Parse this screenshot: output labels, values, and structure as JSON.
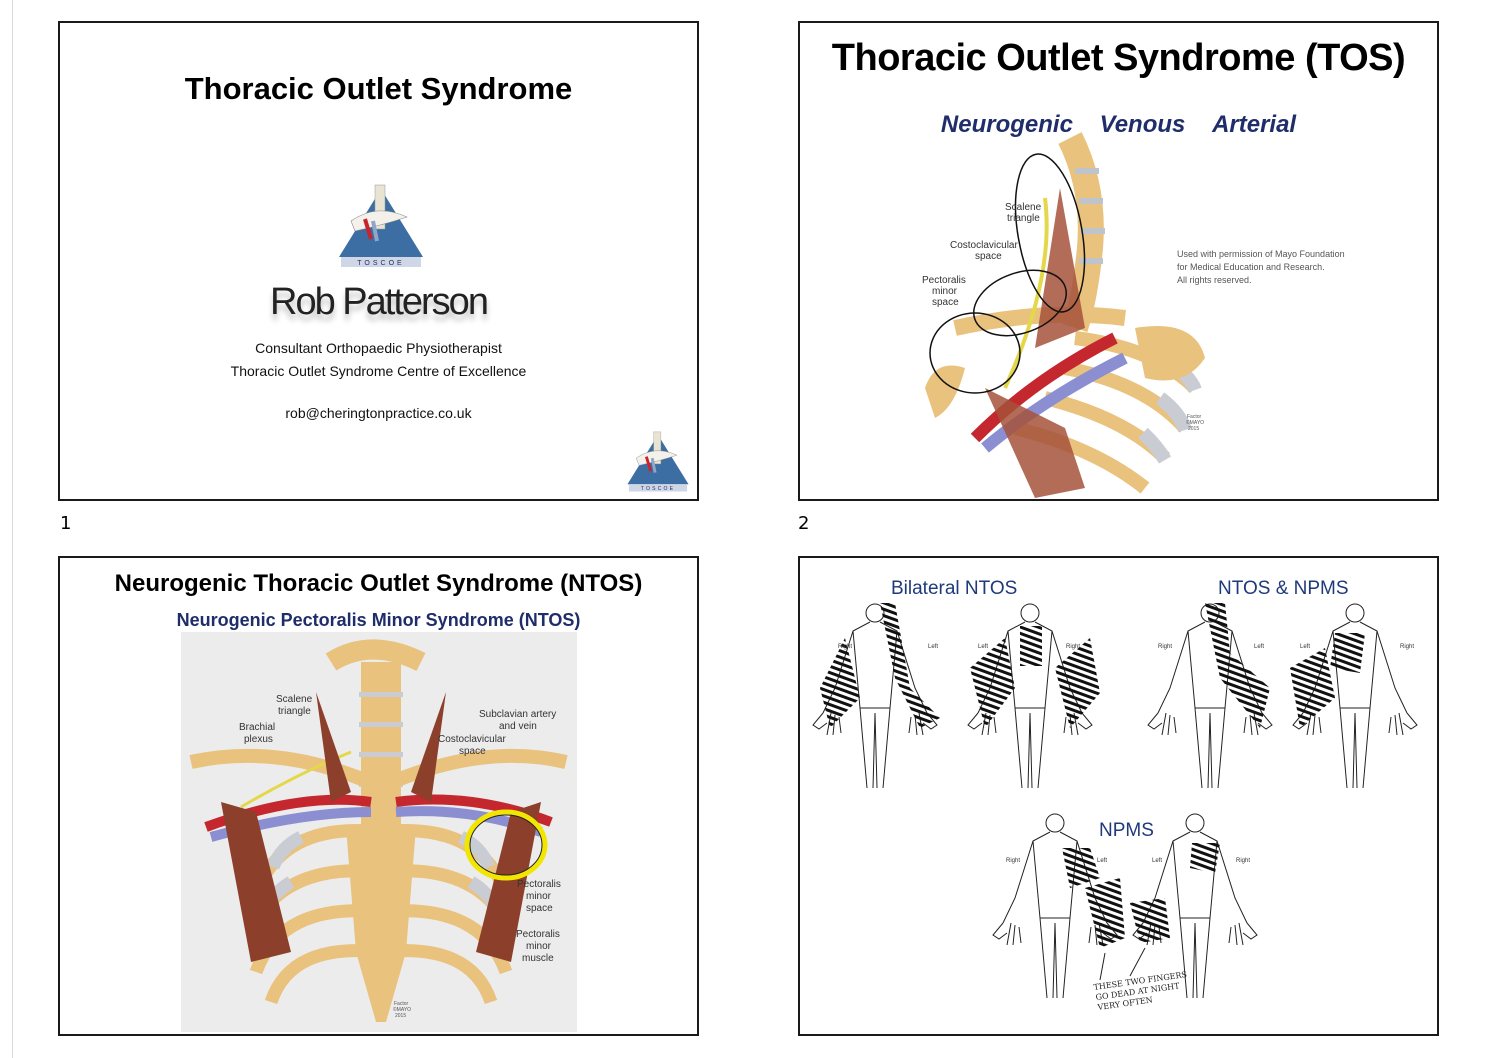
{
  "slides": [
    {
      "number": "1",
      "title": "Thoracic Outlet Syndrome",
      "logo_text": "TOSCOE",
      "presenter": "Rob Patterson",
      "role": "Consultant Orthopaedic Physiotherapist",
      "organization": "Thoracic Outlet Syndrome Centre of Excellence",
      "email": "rob@cheringtonpractice.co.uk"
    },
    {
      "number": "2",
      "title": "Thoracic Outlet Syndrome (TOS)",
      "types": [
        "Neurogenic",
        "Venous",
        "Arterial"
      ],
      "labels": {
        "scalene": [
          "Scalene",
          "triangle"
        ],
        "costoclavicular": [
          "Costoclavicular",
          "space"
        ],
        "pectoralis": [
          "Pectoralis",
          "minor",
          "space"
        ]
      },
      "permission": [
        "Used with permission of Mayo Foundation",
        "for Medical Education and Research.",
        "All rights reserved."
      ],
      "artist_credit": [
        "Factor",
        "©MAYO",
        "2015"
      ]
    },
    {
      "title": "Neurogenic Thoracic Outlet Syndrome (NTOS)",
      "subtitle": "Neurogenic Pectoralis  Minor Syndrome (NTOS)",
      "labels": {
        "scalene": [
          "Scalene",
          "triangle"
        ],
        "brachial": [
          "Brachial",
          "plexus"
        ],
        "subclavian": [
          "Subclavian artery",
          "and vein"
        ],
        "costoclavicular": [
          "Costoclavicular",
          "space"
        ],
        "pm_space": [
          "Pectoralis",
          "minor",
          "space"
        ],
        "pm_muscle": [
          "Pectoralis",
          "minor",
          "muscle"
        ]
      },
      "artist_credit": [
        "Factor",
        "©MAYO",
        "2015"
      ]
    },
    {
      "groups": [
        "Bilateral NTOS",
        "NTOS & NPMS",
        "NPMS"
      ],
      "side_labels": {
        "right": "Right",
        "left": "Left"
      },
      "handwritten_note": [
        "THESE TWO FINGERS",
        "GO DEAD AT NIGHT",
        "VERY OFTEN"
      ]
    }
  ],
  "colors": {
    "navy": "#1f2d6b",
    "logo_blue": "#3d6ea3",
    "highlight": "#f2e600"
  }
}
